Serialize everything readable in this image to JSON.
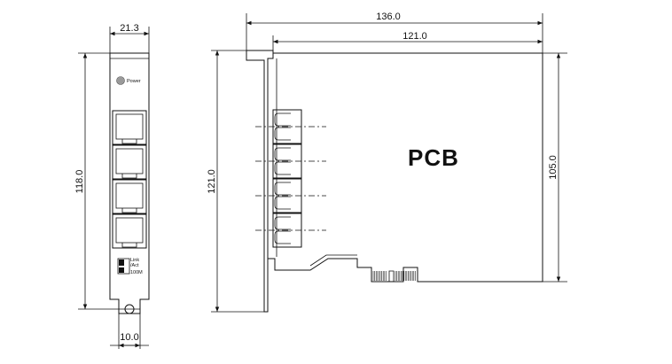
{
  "bracket": {
    "width_label": "21.3",
    "height_label": "118.0",
    "tab_label": "10.0",
    "power_label": "Power",
    "led_labels": [
      "Link",
      "/Act",
      "100M"
    ]
  },
  "card": {
    "overall_length_label": "136.0",
    "pcb_length_label": "121.0",
    "bracket_height_label": "121.0",
    "pcb_height_label": "105.0",
    "pcb_label": "PCB"
  }
}
